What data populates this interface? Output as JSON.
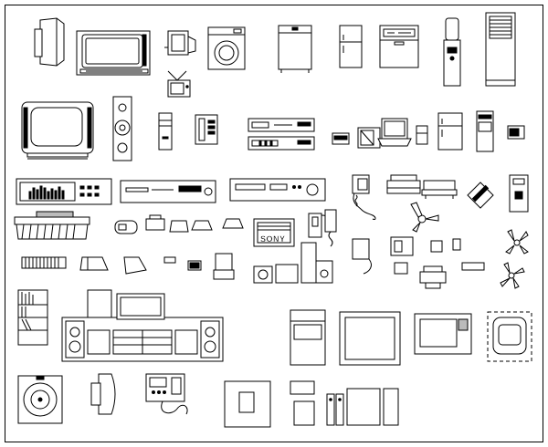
{
  "sheet": {
    "background": "#ffffff",
    "line_color": "#000000"
  },
  "labels": {
    "brand_on_air_conditioner": "SONY"
  },
  "symbols": [
    "crt-monitor-side",
    "console-television",
    "crt-monitor-small",
    "front-load-washer",
    "top-load-washer",
    "refrigerator-narrow",
    "dishwasher",
    "water-cooler",
    "standing-air-conditioner",
    "portable-television",
    "crt-television",
    "tower-speaker",
    "desktop-tower",
    "desk-telephone",
    "stacked-vcr",
    "hifi-component",
    "microwave-small",
    "refrigerator",
    "mini-fridge",
    "equalizer",
    "cd-player",
    "dvd-player",
    "corded-telephone",
    "fax-machine",
    "ceiling-fan",
    "typewriter",
    "copier",
    "curtain-rack",
    "computer-mouse",
    "wall-air-conditioner",
    "wall-telephone",
    "stereo-stack",
    "space-heater",
    "blender",
    "floor-fan",
    "answering-machine",
    "book-shelf",
    "entertainment-center",
    "dryer",
    "television-front",
    "microwave-oven",
    "range-top",
    "floor-speaker",
    "bath-heater",
    "wall-phone-keypad",
    "microwave-top",
    "paper-bin",
    "remote-control",
    "file-folder"
  ]
}
